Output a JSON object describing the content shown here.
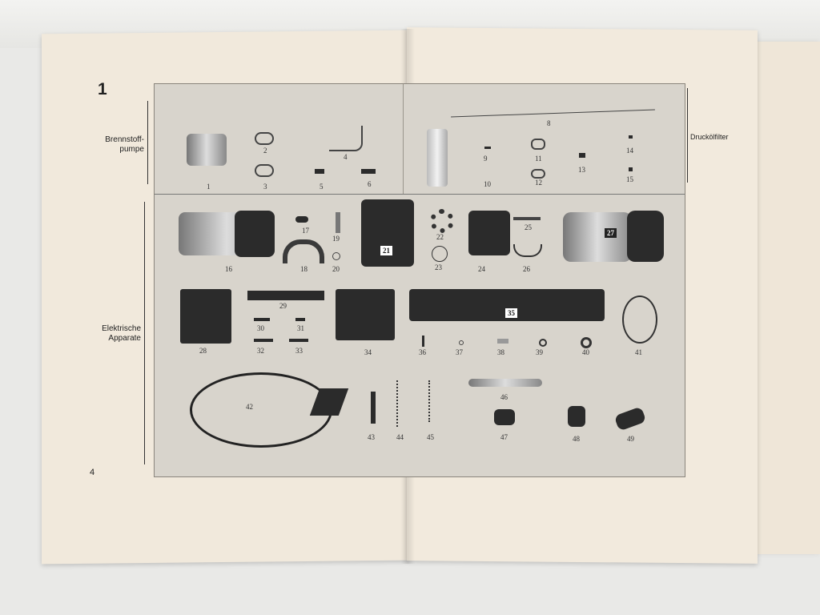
{
  "chapter": "1",
  "page_number": "4",
  "sections": {
    "fuel_pump": "Brennstoff-\npumpe",
    "oil_filter": "Druckölfilter",
    "electrics": "Elektrische\nApparate"
  },
  "parts": [
    "1",
    "2",
    "3",
    "4",
    "5",
    "6",
    "8",
    "9",
    "10",
    "11",
    "12",
    "13",
    "14",
    "15",
    "16",
    "17",
    "18",
    "19",
    "20",
    "21",
    "22",
    "23",
    "24",
    "25",
    "26",
    "27",
    "28",
    "29",
    "30",
    "31",
    "32",
    "33",
    "34",
    "35",
    "36",
    "37",
    "38",
    "39",
    "40",
    "41",
    "42",
    "43",
    "44",
    "45",
    "46",
    "47",
    "48",
    "49"
  ]
}
